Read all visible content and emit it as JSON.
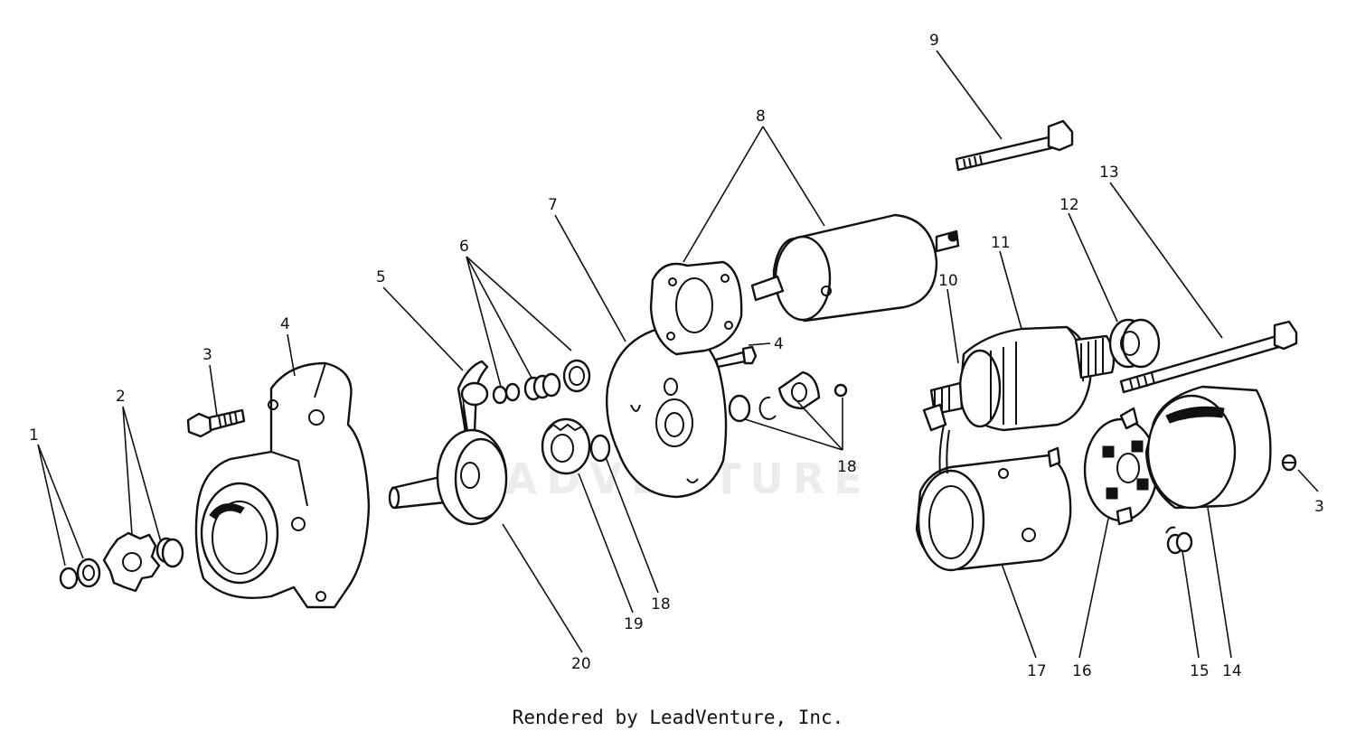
{
  "footer": "Rendered by LeadVenture, Inc.",
  "watermark": "LEADVENTURE",
  "callouts": [
    "1",
    "2",
    "3",
    "4",
    "5",
    "6",
    "7",
    "8",
    "9",
    "10",
    "11",
    "12",
    "13",
    "14",
    "15",
    "16",
    "17",
    "18",
    "19",
    "20"
  ]
}
